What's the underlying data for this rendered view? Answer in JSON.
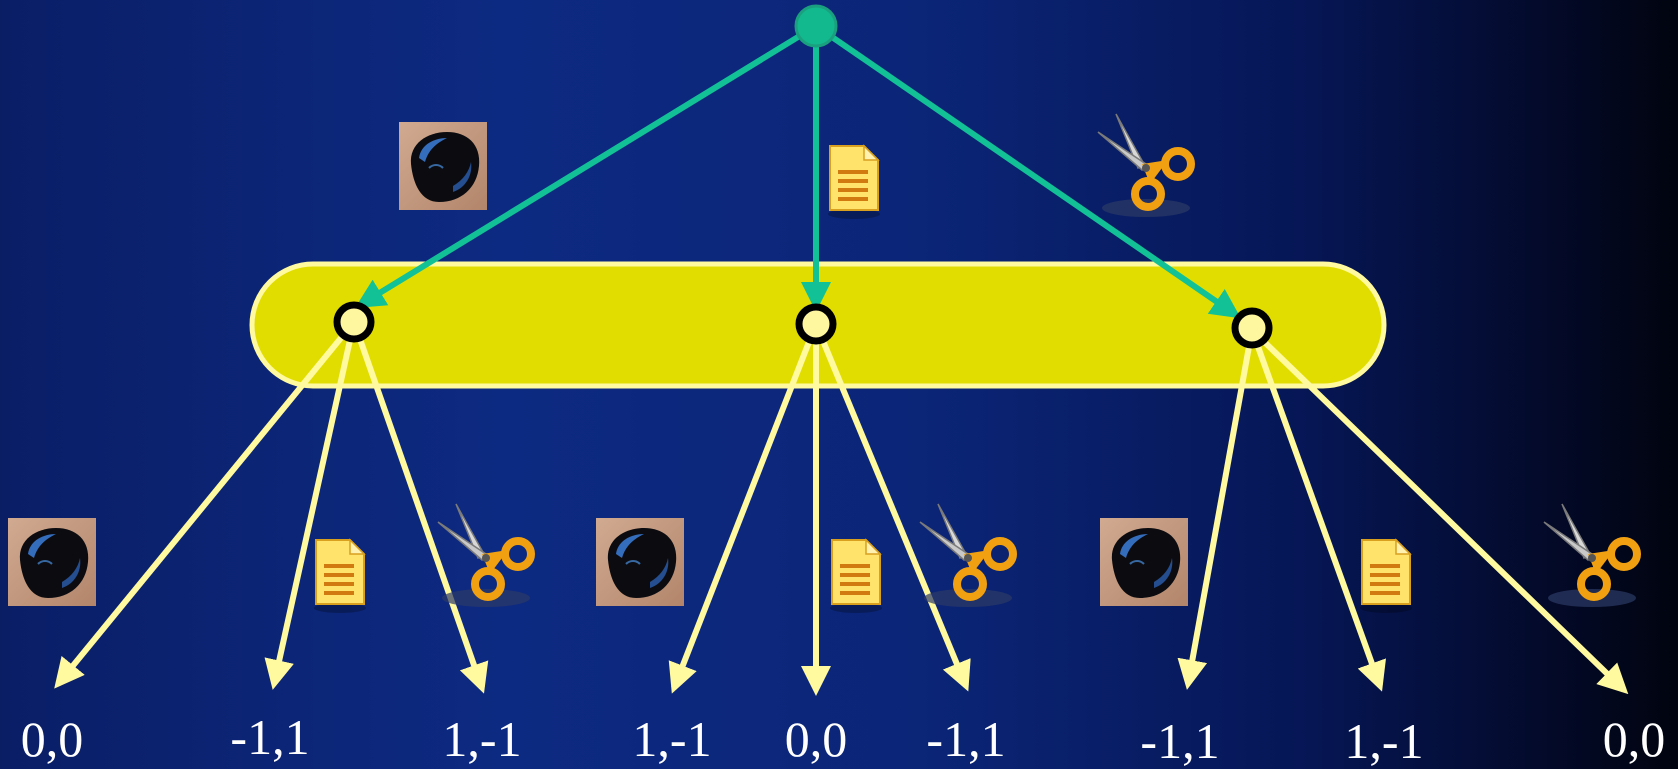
{
  "diagram": {
    "type": "game-tree",
    "colors": {
      "background_left": "#0d2a82",
      "background_right": "#01040f",
      "root_node": "#12b98f",
      "first_move_arrows": "#12c196",
      "information_set": "#e2dd00",
      "second_move_arrows": "#fff9a0",
      "decision_node_fill": "#fff6a0",
      "decision_node_stroke": "#000000",
      "payoff_text": "#ffffff"
    },
    "moves": [
      "rock-icon",
      "paper-icon",
      "scissors-icon"
    ],
    "first_player_branches": [
      {
        "move": "rock-icon"
      },
      {
        "move": "paper-icon"
      },
      {
        "move": "scissors-icon"
      }
    ],
    "second_player_branches": [
      {
        "move": "rock-icon"
      },
      {
        "move": "paper-icon"
      },
      {
        "move": "scissors-icon"
      }
    ],
    "payoffs": [
      [
        "0,0",
        "-1,1",
        "1,-1"
      ],
      [
        "1,-1",
        "0,0",
        "-1,1"
      ],
      [
        "-1,1",
        "1,-1",
        "0,0"
      ]
    ]
  }
}
